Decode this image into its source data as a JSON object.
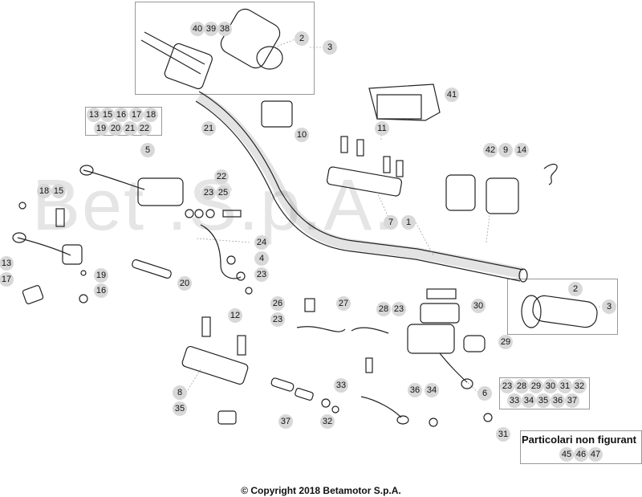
{
  "watermark": "Bet                  .S.p.A.",
  "copyright": "© Copyright 2018 Betamotor S.p.A.",
  "non_figurant_label": "Particolari non figurant",
  "callouts": {
    "c1": "1",
    "c2a": "2",
    "c2b": "2",
    "c3a": "3",
    "c3b": "3",
    "c4": "4",
    "c5": "5",
    "c6": "6",
    "c7": "7",
    "c8": "8",
    "c9": "9",
    "c10": "10",
    "c11": "11",
    "c12": "12",
    "c13a": "13",
    "c13b": "13",
    "c14": "14",
    "c15a": "15",
    "c15b": "15",
    "c16a": "16",
    "c16b": "16",
    "c17a": "17",
    "c17b": "17",
    "c18a": "18",
    "c18b": "18",
    "c19a": "19",
    "c19b": "19",
    "c20a": "20",
    "c20b": "20",
    "c21a": "21",
    "c21b": "21",
    "c22a": "22",
    "c22b": "22",
    "c23a": "23",
    "c23b": "23",
    "c23c": "23",
    "c23d": "23",
    "c23e": "23",
    "c24": "24",
    "c25": "25",
    "c26": "26",
    "c27": "27",
    "c28a": "28",
    "c28b": "28",
    "c29a": "29",
    "c29b": "29",
    "c30a": "30",
    "c30b": "30",
    "c31a": "31",
    "c31b": "31",
    "c32a": "32",
    "c32b": "32",
    "c33": "33",
    "c34a": "34",
    "c34b": "34",
    "c35": "35",
    "c36a": "36",
    "c36b": "36",
    "c37a": "37",
    "c37b": "37",
    "c38": "38",
    "c39": "39",
    "c40": "40",
    "c41": "41",
    "c42": "42",
    "c45": "45",
    "c46": "46",
    "c47": "47"
  }
}
